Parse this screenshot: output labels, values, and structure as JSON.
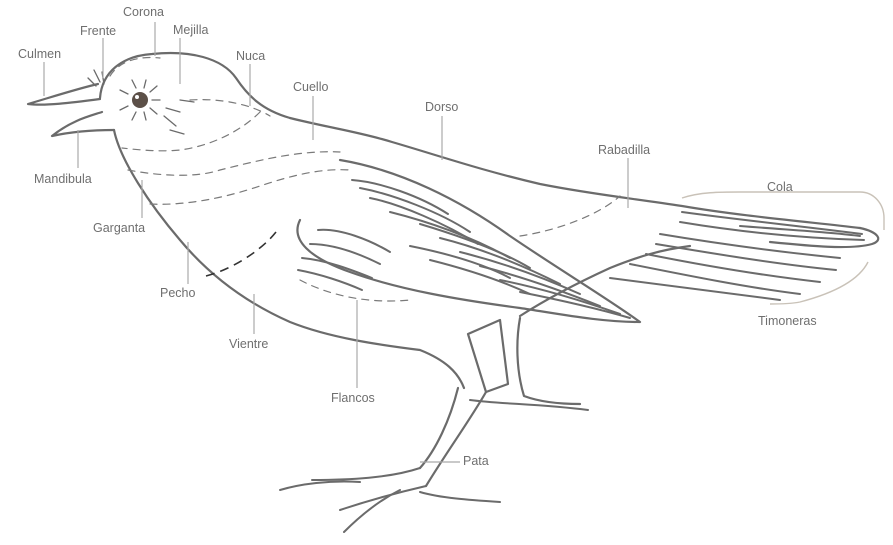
{
  "labels": {
    "culmen": "Culmen",
    "frente": "Frente",
    "corona": "Corona",
    "mejilla": "Mejilla",
    "nuca": "Nuca",
    "cuello": "Cuello",
    "dorso": "Dorso",
    "rabadilla": "Rabadilla",
    "cola": "Cola",
    "timoneras": "Timoneras",
    "mandibula": "Mandibula",
    "garganta": "Garganta",
    "pecho": "Pecho",
    "vientre": "Vientre",
    "flancos": "Flancos",
    "pata": "Pata"
  },
  "colors": {
    "outline": "#6b6b6b",
    "label": "#6f6f6f",
    "leader": "#a9a9a9",
    "bracket": "#c9c2b8",
    "eye": "#5c5048"
  }
}
